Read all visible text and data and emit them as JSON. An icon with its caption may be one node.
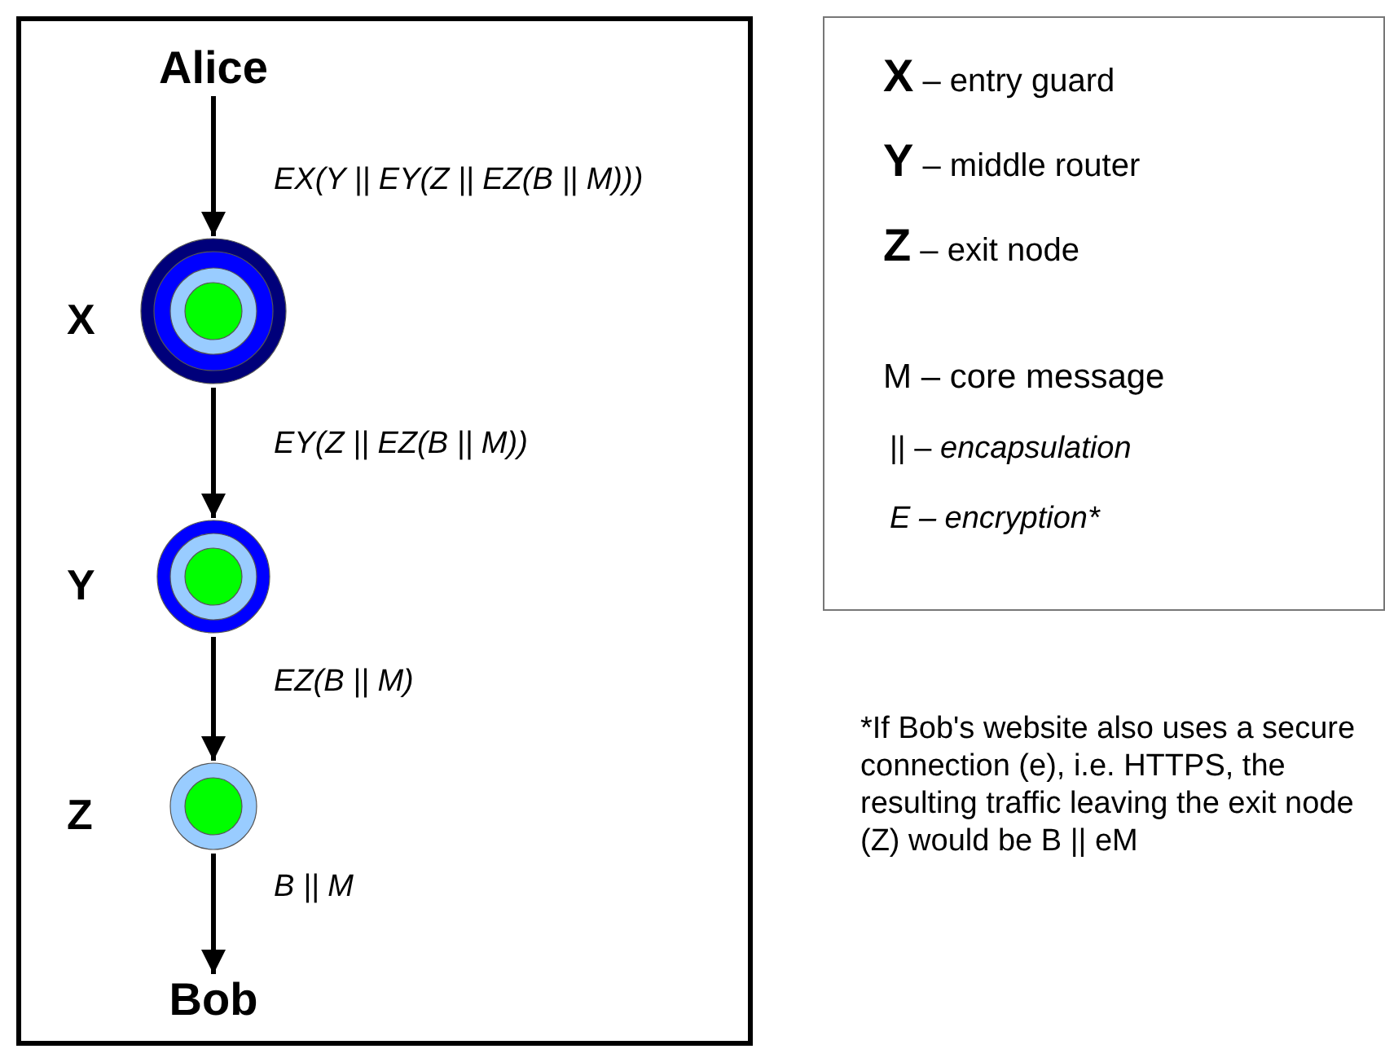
{
  "diagram": {
    "nodes": [
      {
        "text": [],
        "shape": "box"
      },
      {
        "text": [
          "Alice"
        ],
        "in": 0
      },
      {
        "text": [],
        "shape": "circle",
        "beside": [
          "X"
        ],
        "in": 0
      },
      {
        "text": [],
        "shape": "circle",
        "beside": [
          "Y"
        ],
        "in": 0
      },
      {
        "text": [],
        "shape": "circle",
        "beside": [
          "Z"
        ],
        "in": 0
      },
      {
        "text": [
          "Bob"
        ],
        "in": 0
      },
      {
        "text": [
          "**X** – entry guard",
          "**Y** – middle router",
          "**Z** – exit node",
          "M – core message",
          "|| – *encapsulation*",
          "E – encryption*"
        ]
      }
    ],
    "edges": [
      {
        "from": 1,
        "to": 2,
        "arrow": "to",
        "label": "EX(Y || EY(Z || EZ(B || M)))"
      },
      {
        "from": 2,
        "to": 3,
        "arrow": "to",
        "label": "EY(Z || EZ(B || M))"
      },
      {
        "from": 3,
        "to": 4,
        "arrow": "to",
        "label": "EZ(B || M)"
      },
      {
        "from": 4,
        "to": 5,
        "arrow": "to",
        "label": "B || M"
      }
    ],
    "labels": [
      "*If Bob's website also uses a secure connection (e), i.e. HTTPS, the resulting traffic leaving the exit node (Z) would be B || eM"
    ]
  }
}
